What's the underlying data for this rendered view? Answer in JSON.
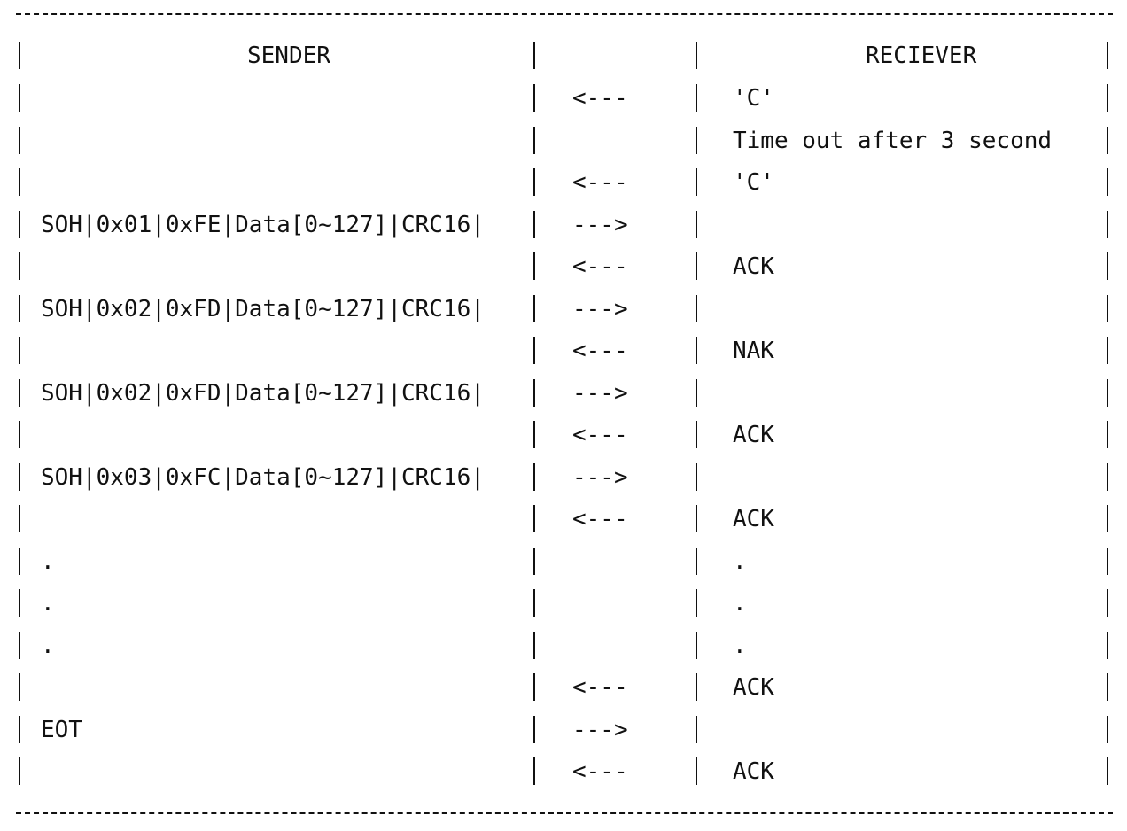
{
  "header": {
    "sender": "SENDER",
    "receiver": "RECIEVER"
  },
  "rows": [
    {
      "sender": "",
      "arrow": "<---",
      "receiver": "'C'"
    },
    {
      "sender": "",
      "arrow": "",
      "receiver": "Time out after 3 second"
    },
    {
      "sender": "",
      "arrow": "<---",
      "receiver": "'C'"
    },
    {
      "sender": "SOH|0x01|0xFE|Data[0~127]|CRC16|",
      "arrow": "--->",
      "receiver": ""
    },
    {
      "sender": "",
      "arrow": "<---",
      "receiver": "ACK"
    },
    {
      "sender": "SOH|0x02|0xFD|Data[0~127]|CRC16|",
      "arrow": "--->",
      "receiver": ""
    },
    {
      "sender": "",
      "arrow": "<---",
      "receiver": "NAK"
    },
    {
      "sender": "SOH|0x02|0xFD|Data[0~127]|CRC16|",
      "arrow": "--->",
      "receiver": ""
    },
    {
      "sender": "",
      "arrow": "<---",
      "receiver": "ACK"
    },
    {
      "sender": "SOH|0x03|0xFC|Data[0~127]|CRC16|",
      "arrow": "--->",
      "receiver": ""
    },
    {
      "sender": "",
      "arrow": "<---",
      "receiver": "ACK"
    },
    {
      "sender": ".",
      "arrow": "",
      "receiver": "."
    },
    {
      "sender": ".",
      "arrow": "",
      "receiver": "."
    },
    {
      "sender": ".",
      "arrow": "",
      "receiver": "."
    },
    {
      "sender": "",
      "arrow": "<---",
      "receiver": "ACK"
    },
    {
      "sender": "EOT",
      "arrow": "--->",
      "receiver": ""
    },
    {
      "sender": "",
      "arrow": "<---",
      "receiver": "ACK"
    }
  ]
}
